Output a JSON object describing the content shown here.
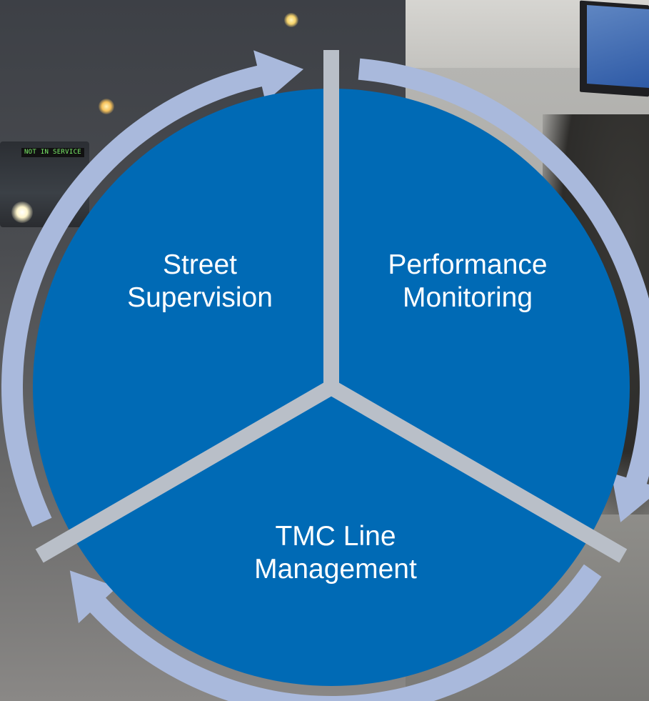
{
  "background": {
    "bus_sign": "NOT IN SERVICE"
  },
  "cycle": {
    "segments": [
      {
        "id": "street",
        "lines": [
          "Street",
          "Supervision"
        ]
      },
      {
        "id": "performance",
        "lines": [
          "Performance",
          "Monitoring"
        ]
      },
      {
        "id": "tmc",
        "lines": [
          "TMC Line",
          "Management"
        ]
      }
    ]
  },
  "colors": {
    "segment_fill": "#006ab5",
    "arrow_fill": "#a9b9dc",
    "gap": "#b9bfc8"
  }
}
